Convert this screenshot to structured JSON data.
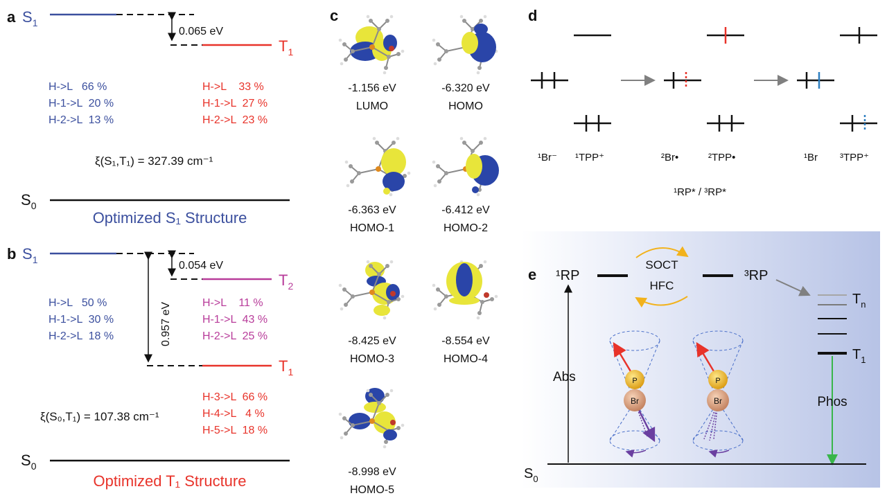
{
  "colors": {
    "s1_blue": "#3b4f9e",
    "t1_red": "#e8332a",
    "t2_magenta": "#b83c9a",
    "text": "#111111",
    "pos_lobe": "#e8e53a",
    "neg_lobe": "#2a45a8",
    "arrow_gray": "#808080",
    "arrow_orange": "#f2b21c",
    "phos_green": "#39b54a",
    "spin_red": "#e8332a",
    "spin_purple": "#6a3fa0",
    "spin_blue": "#2d7fc1",
    "panel_e_bg": "#c3cdeb"
  },
  "panel_a": {
    "label": "a",
    "s1": "S",
    "s1_sub": "1",
    "t1": "T",
    "t1_sub": "1",
    "gap": "0.065 eV",
    "s1_transitions": [
      "H->L   66 %",
      "H-1->L  20 %",
      "H-2->L  13 %"
    ],
    "t1_transitions": [
      "H->L    33 %",
      "H-1->L  27 %",
      "H-2->L  23 %"
    ],
    "soc": "ξ(S₁,T₁) = 327.39 cm⁻¹",
    "s0": "S",
    "s0_sub": "0",
    "title": "Optimized S₁ Structure"
  },
  "panel_b": {
    "label": "b",
    "s1": "S",
    "s1_sub": "1",
    "t2": "T",
    "t2_sub": "2",
    "t1": "T",
    "t1_sub": "1",
    "gap_small": "0.054 eV",
    "gap_large": "0.957 eV",
    "s1_transitions": [
      "H->L   50 %",
      "H-1->L  30 %",
      "H-2->L  18 %"
    ],
    "t2_transitions": [
      "H->L    11 %",
      "H-1->L  43 %",
      "H-2->L  25 %"
    ],
    "t1_transitions": [
      "H-3->L  66 %",
      "H-4->L   4 %",
      "H-5->L  18 %"
    ],
    "soc": "ξ(S₀,T₁) = 107.38 cm⁻¹",
    "s0": "S",
    "s0_sub": "0",
    "title": "Optimized T₁ Structure"
  },
  "panel_c": {
    "label": "c",
    "orbitals": [
      {
        "energy": "-1.156 eV",
        "name": "LUMO"
      },
      {
        "energy": "-6.320 eV",
        "name": "HOMO"
      },
      {
        "energy": "-6.363 eV",
        "name": "HOMO-1"
      },
      {
        "energy": "-6.412 eV",
        "name": "HOMO-2"
      },
      {
        "energy": "-8.425 eV",
        "name": "HOMO-3"
      },
      {
        "energy": "-8.554 eV",
        "name": "HOMO-4"
      },
      {
        "energy": "-8.998 eV",
        "name": "HOMO-5"
      }
    ]
  },
  "panel_d": {
    "label": "d",
    "species": [
      "¹Br⁻",
      "¹TPP⁺",
      "²Br•",
      "²TPP•",
      "¹Br",
      "³TPP⁺"
    ],
    "rp_label": "¹RP* / ³RP*"
  },
  "panel_e": {
    "label": "e",
    "rp1": "¹RP",
    "rp3": "³RP",
    "soct": "SOCT",
    "hfc": "HFC",
    "tn": "T",
    "tn_sub": "n",
    "t1": "T",
    "t1_sub": "1",
    "abs": "Abs",
    "phos": "Phos",
    "s0": "S",
    "s0_sub": "0",
    "atom_p": "P",
    "atom_br": "Br"
  }
}
